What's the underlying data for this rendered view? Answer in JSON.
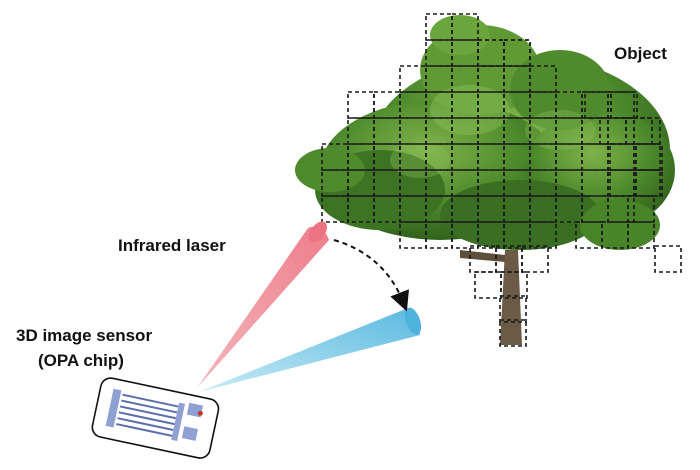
{
  "labels": {
    "object": "Object",
    "infrared_laser": "Infrared laser",
    "sensor_line1": "3D image sensor",
    "sensor_line2": "(OPA chip)"
  },
  "icons": {
    "tree": "tree-icon",
    "chip": "opa-chip-icon",
    "beam_red": "infrared-beam-red",
    "beam_blue": "steered-beam-blue",
    "arrow": "steering-arrow-icon",
    "grid": "voxel-grid"
  },
  "colors": {
    "beam_red": "#f08a96",
    "beam_blue": "#6fc8e8",
    "foliage": "#3f7f26",
    "trunk": "#6a5a46",
    "chip_trace": "#5b6fae",
    "grid_stroke": "#1a1a1a"
  }
}
